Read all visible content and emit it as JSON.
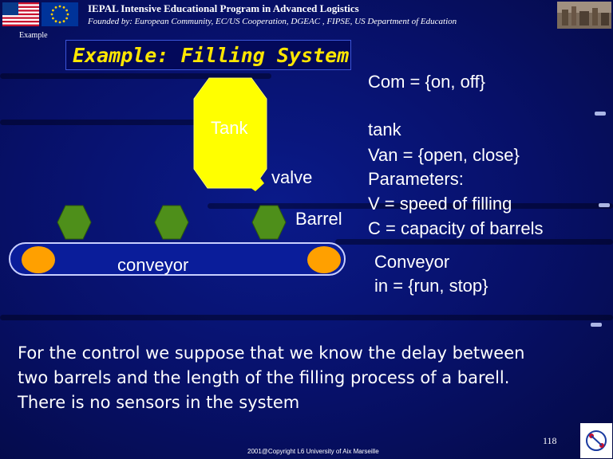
{
  "header": {
    "title": "IEPAL Intensive Educational Program in Advanced Logistics",
    "subtitle": "Founded by: European Community, EC/US Cooperation, DGEAC , FIPSE, US Department of Education"
  },
  "breadcrumb": "Example",
  "slide_title": "Example: Filling System",
  "diagram": {
    "tank_label": "Tank",
    "valve_label": "valve",
    "barrel_label": "Barrel",
    "conveyor_label": "conveyor"
  },
  "right_text": {
    "com": "Com = {on, off}",
    "tank": "tank",
    "van": "Van = {open, close}",
    "params": "Parameters:",
    "v": "V = speed of filling",
    "c": "C = capacity of barrels",
    "conveyor": "Conveyor",
    "in": "in = {run, stop}"
  },
  "body": {
    "line1": "For the control we suppose that we know the delay between",
    "line2": "two barrels and the length of the filling process of a barell.",
    "line3": "There is no sensors in the system"
  },
  "footer": {
    "page_number": "118",
    "copyright": "2001@Copyright  L6 University of Aix Marseille"
  },
  "colors": {
    "background": "#071068",
    "title_text": "#ffe600",
    "tank_fill": "#ffff00",
    "barrel_fill": "#4e8f1a",
    "roller_fill": "#ffa000",
    "conveyor_fill": "#0a1d9a"
  },
  "icons": [
    "us-flag-icon",
    "eu-flag-icon",
    "city-photo-icon",
    "university-logo-icon"
  ]
}
